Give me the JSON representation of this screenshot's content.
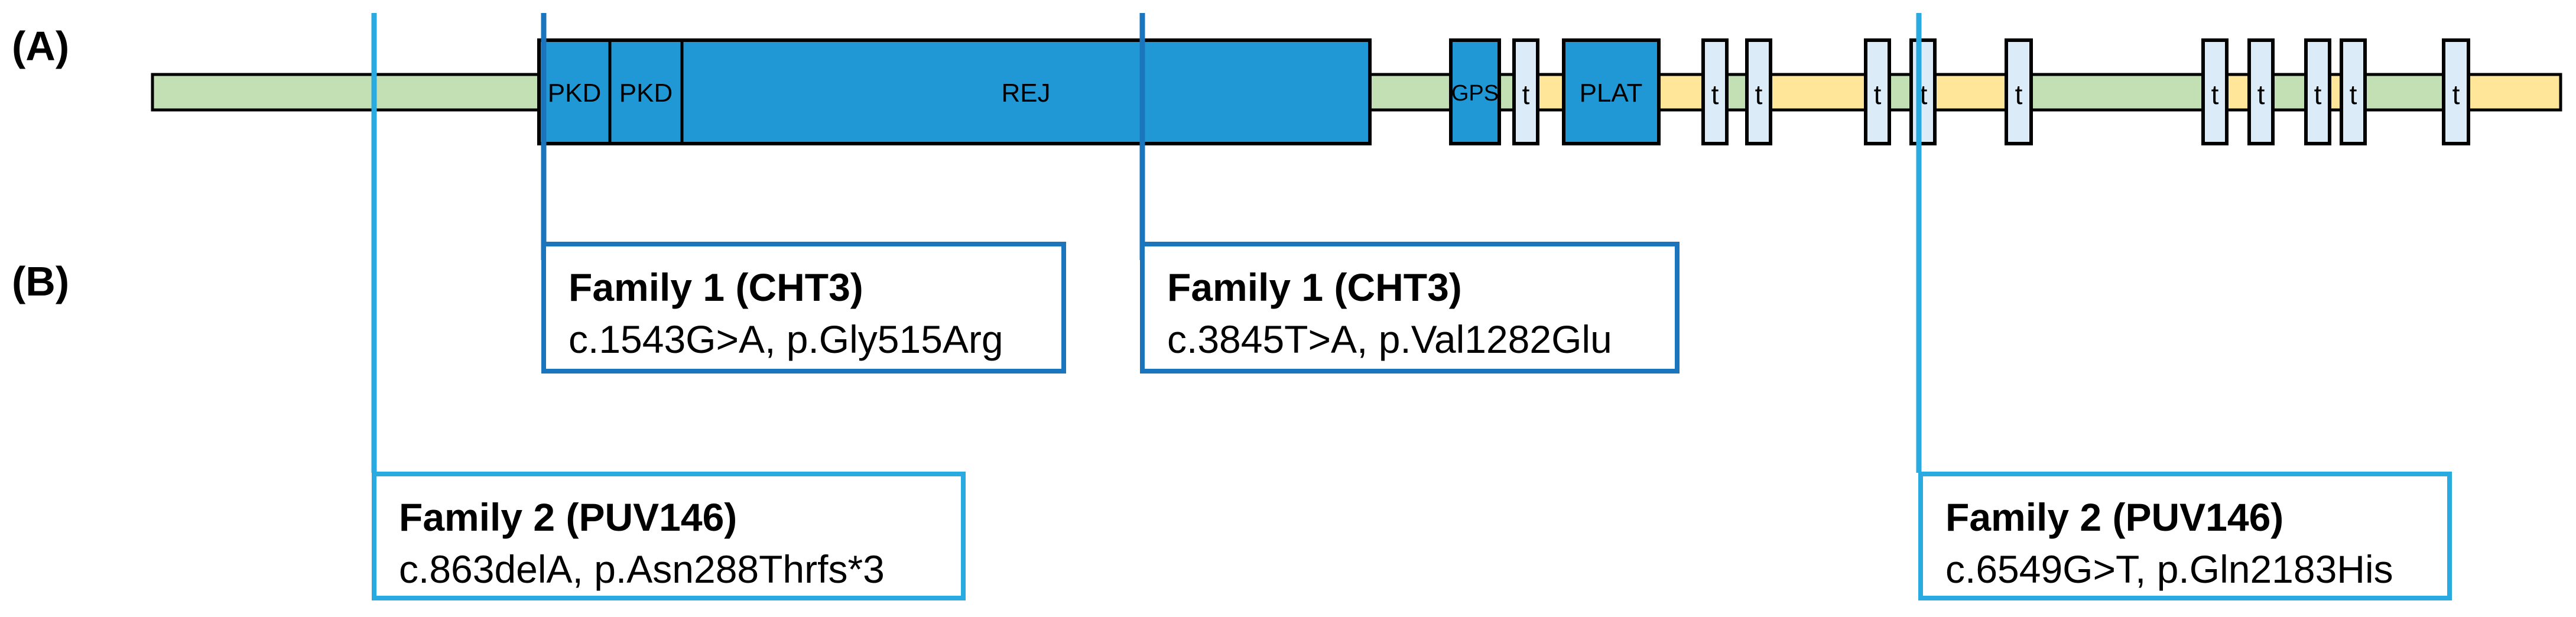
{
  "panels": {
    "a_label": "(A)",
    "b_label": "(B)"
  },
  "colors": {
    "backbone_green": "#C3DFB4",
    "backbone_yellow": "#FFE699",
    "domain_blue": "#2198D6",
    "transmembrane_light_blue": "#DCEBF8",
    "family1_line_blue": "#1B75BC",
    "family2_line_cyan": "#29ABE2"
  },
  "protein_bar": {
    "domains": [
      {
        "id": "pkd1",
        "label": "PKD"
      },
      {
        "id": "pkd2",
        "label": "PKD"
      },
      {
        "id": "rej",
        "label": "REJ"
      },
      {
        "id": "gps",
        "label": "GPS"
      },
      {
        "id": "plat",
        "label": "PLAT"
      }
    ],
    "transmembrane_label": "t",
    "transmembrane_count": 11
  },
  "mutations": [
    {
      "family": "Family 1 (CHT3)",
      "variant": "c.1543G>A, p.Gly515Arg"
    },
    {
      "family": "Family 1 (CHT3)",
      "variant": "c.3845T>A, p.Val1282Glu"
    },
    {
      "family": "Family 2 (PUV146)",
      "variant": "c.863delA, p.Asn288Thrfs*3"
    },
    {
      "family": "Family 2 (PUV146)",
      "variant": "c.6549G>T, p.Gln2183His"
    }
  ]
}
